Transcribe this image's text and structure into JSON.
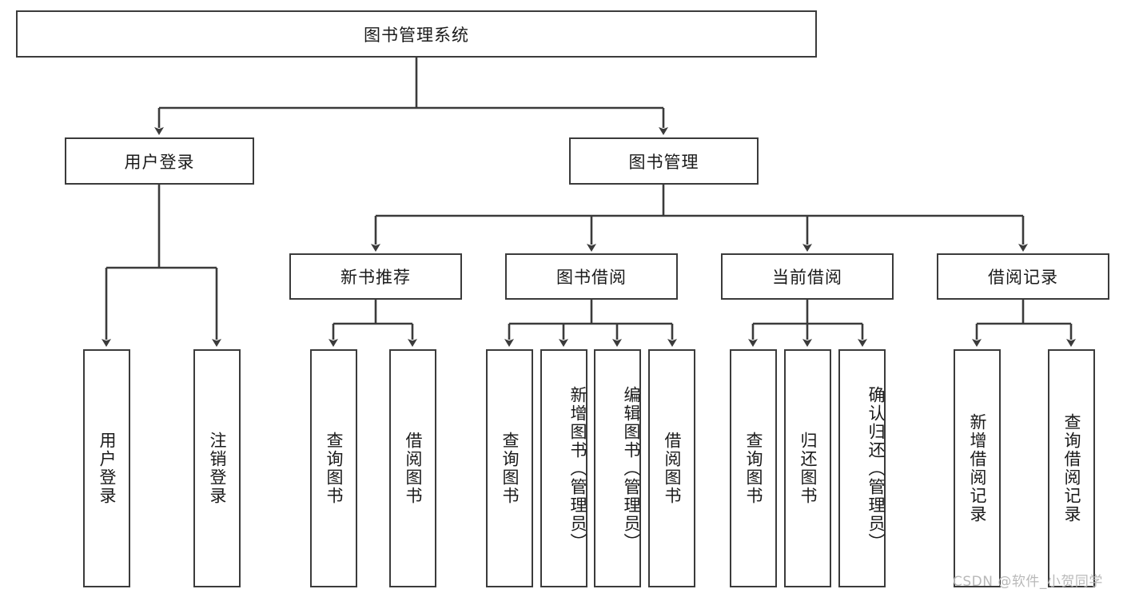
{
  "diagram": {
    "title": "图书管理系统",
    "root": {
      "label": "图书管理系统"
    },
    "level2": [
      {
        "label": "用户登录"
      },
      {
        "label": "图书管理"
      }
    ],
    "level3": [
      {
        "label": "新书推荐"
      },
      {
        "label": "图书借阅"
      },
      {
        "label": "当前借阅"
      },
      {
        "label": "借阅记录"
      }
    ],
    "leaves": {
      "user_login": [
        {
          "label": "用户登录"
        },
        {
          "label": "注销登录"
        }
      ],
      "new_book_recommend": [
        {
          "label": "查询图书"
        },
        {
          "label": "借阅图书"
        }
      ],
      "book_borrow": [
        {
          "label": "查询图书"
        },
        {
          "label": "新增图书（管理员）"
        },
        {
          "label": "编辑图书（管理员）"
        },
        {
          "label": "借阅图书"
        }
      ],
      "current_borrow": [
        {
          "label": "查询图书"
        },
        {
          "label": "归还图书"
        },
        {
          "label": "确认归还（管理员）"
        }
      ],
      "borrow_record": [
        {
          "label": "新增借阅记录"
        },
        {
          "label": "查询借阅记录"
        }
      ]
    }
  },
  "watermark": {
    "text": "CSDN @软件_小贺同学"
  },
  "colors": {
    "stroke": "#3b3b3b",
    "background": "#ffffff",
    "text": "#1a1a1a",
    "watermark": "#b9b9b9"
  }
}
